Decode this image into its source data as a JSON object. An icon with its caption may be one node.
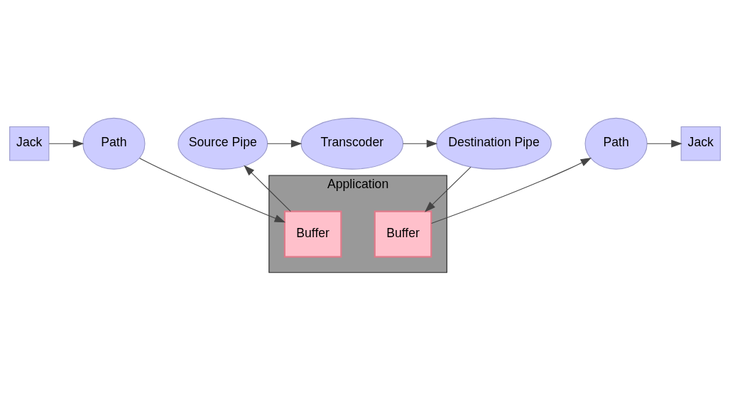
{
  "diagram": {
    "nodes": [
      {
        "text": [
          "Jack"
        ]
      },
      {
        "text": [
          "Path"
        ]
      },
      {
        "text": [
          "Application"
        ]
      },
      {
        "text": [
          "Buffer"
        ],
        "in": 2
      },
      {
        "text": [
          "Buffer"
        ],
        "in": 2
      },
      {
        "text": [
          "Path"
        ]
      },
      {
        "text": [
          "Jack"
        ]
      },
      {
        "text": [
          "Source Pipe"
        ]
      },
      {
        "text": [
          "Destination Pipe"
        ]
      },
      {
        "text": [
          "Transcoder"
        ]
      }
    ],
    "edges": [
      {
        "from": 0,
        "to": 1,
        "arrow": "to"
      },
      {
        "from": 1,
        "to": 3,
        "arrow": "to"
      },
      {
        "from": 4,
        "to": 5,
        "arrow": "to"
      },
      {
        "from": 5,
        "to": 6,
        "arrow": "to"
      },
      {
        "from": 3,
        "to": 7,
        "arrow": "to"
      },
      {
        "from": 7,
        "to": 9,
        "arrow": "to"
      },
      {
        "from": 9,
        "to": 8,
        "arrow": "to"
      },
      {
        "from": 8,
        "to": 4,
        "arrow": "to"
      }
    ]
  }
}
